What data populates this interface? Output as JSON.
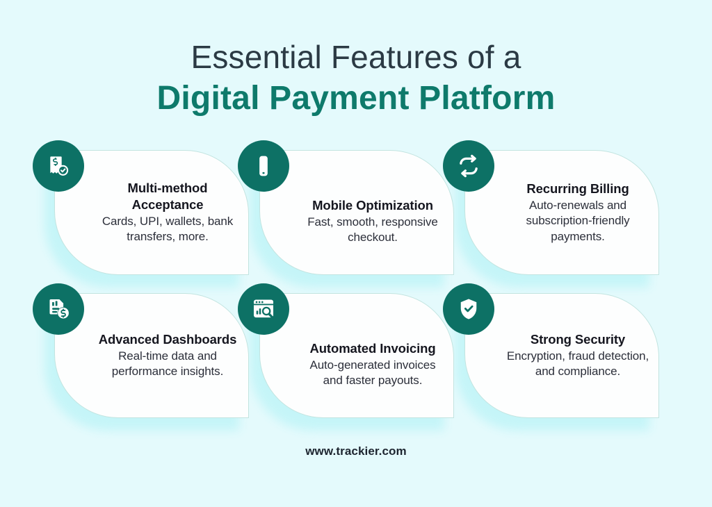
{
  "header": {
    "title_line1": "Essential Features of a",
    "title_line2": "Digital Payment Platform"
  },
  "colors": {
    "background": "#e4fafc",
    "accent_teal": "#0d7165",
    "title_dark": "#2b3a44",
    "title_teal": "#0e7a6b",
    "card_background": "#fdfefe",
    "card_border": "#c2e4e0",
    "card_glow": "#c4f5f8",
    "text_dark": "#15161f"
  },
  "cards": [
    {
      "icon": "receipt-dollar-check-icon",
      "title": "Multi-method Acceptance",
      "desc": "Cards, UPI, wallets, bank transfers, more.",
      "text_offset": "high"
    },
    {
      "icon": "mobile-phone-icon",
      "title": "Mobile Optimization",
      "desc": "Fast, smooth, responsive checkout.",
      "text_offset": "low"
    },
    {
      "icon": "recurring-arrows-icon",
      "title": "Recurring Billing",
      "desc": "Auto-renewals and subscription-friendly payments.",
      "text_offset": "high"
    },
    {
      "icon": "chart-document-dollar-icon",
      "title": "Advanced Dashboards",
      "desc": "Real-time data and performance insights.",
      "text_offset": "high"
    },
    {
      "icon": "browser-chart-search-icon",
      "title": "Automated Invoicing",
      "desc": "Auto-generated invoices and faster payouts.",
      "text_offset": "low"
    },
    {
      "icon": "shield-check-icon",
      "title": "Strong Security",
      "desc": "Encryption, fraud detection, and compliance.",
      "text_offset": "high"
    }
  ],
  "footer": {
    "url": "www.trackier.com"
  }
}
